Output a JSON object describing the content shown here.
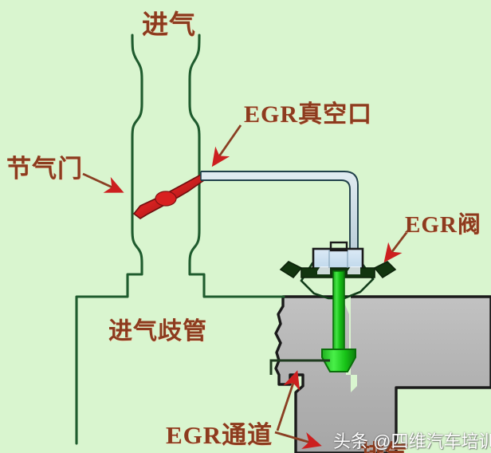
{
  "figure": {
    "background_color": "#d9f5cf",
    "title_text": "进气",
    "subject": "EGR 系统示意图",
    "label_color": "#8c3b1e",
    "outline_color": "#1f5c2e",
    "metal_color": "#b3b3b3",
    "valve_stem_color": "#22cc22",
    "diaphragm_color": "#c8dff0",
    "throttle_plate_color": "#c01a1a",
    "arrow_color": "#cc1f1f"
  },
  "labels": {
    "intake": "进气",
    "vacuum_port": "EGR真空口",
    "throttle": "节气门",
    "egr_valve": "EGR阀",
    "intake_manifold": "进气歧管",
    "egr_passage": "EGR通道",
    "occluded_label": "排气"
  },
  "watermark": {
    "text": "头条 @四维汽车培训机构"
  },
  "callouts": [
    {
      "name": "vacuum-port-callout",
      "from_label": "EGR真空口",
      "points_to": "EGR vacuum port tap on throttle body"
    },
    {
      "name": "throttle-callout",
      "from_label": "节气门",
      "points_to": "throttle plate inside intake duct"
    },
    {
      "name": "egr-valve-callout",
      "from_label": "EGR阀",
      "points_to": "EGR valve diaphragm housing"
    },
    {
      "name": "egr-passage-callout-upper",
      "from_label": "EGR通道",
      "points_to": "upper EGR passage in head"
    },
    {
      "name": "egr-passage-callout-lower",
      "from_label": "EGR通道",
      "points_to": "lower EGR passage in head"
    }
  ],
  "components": [
    {
      "name": "intake-duct",
      "description": "节气门体/进气道 outline"
    },
    {
      "name": "throttle-plate",
      "description": "倾斜的节气门板"
    },
    {
      "name": "vacuum-hose",
      "description": "真空软管 connecting vacuum port to EGR valve"
    },
    {
      "name": "egr-valve-body",
      "description": "EGR 阀壳体与膜片"
    },
    {
      "name": "egr-valve-stem",
      "description": "EGR 阀杆"
    },
    {
      "name": "egr-valve-poppet",
      "description": "EGR 阀锥形阀头"
    },
    {
      "name": "engine-block",
      "description": "灰色缸体/缸头剖面"
    }
  ]
}
